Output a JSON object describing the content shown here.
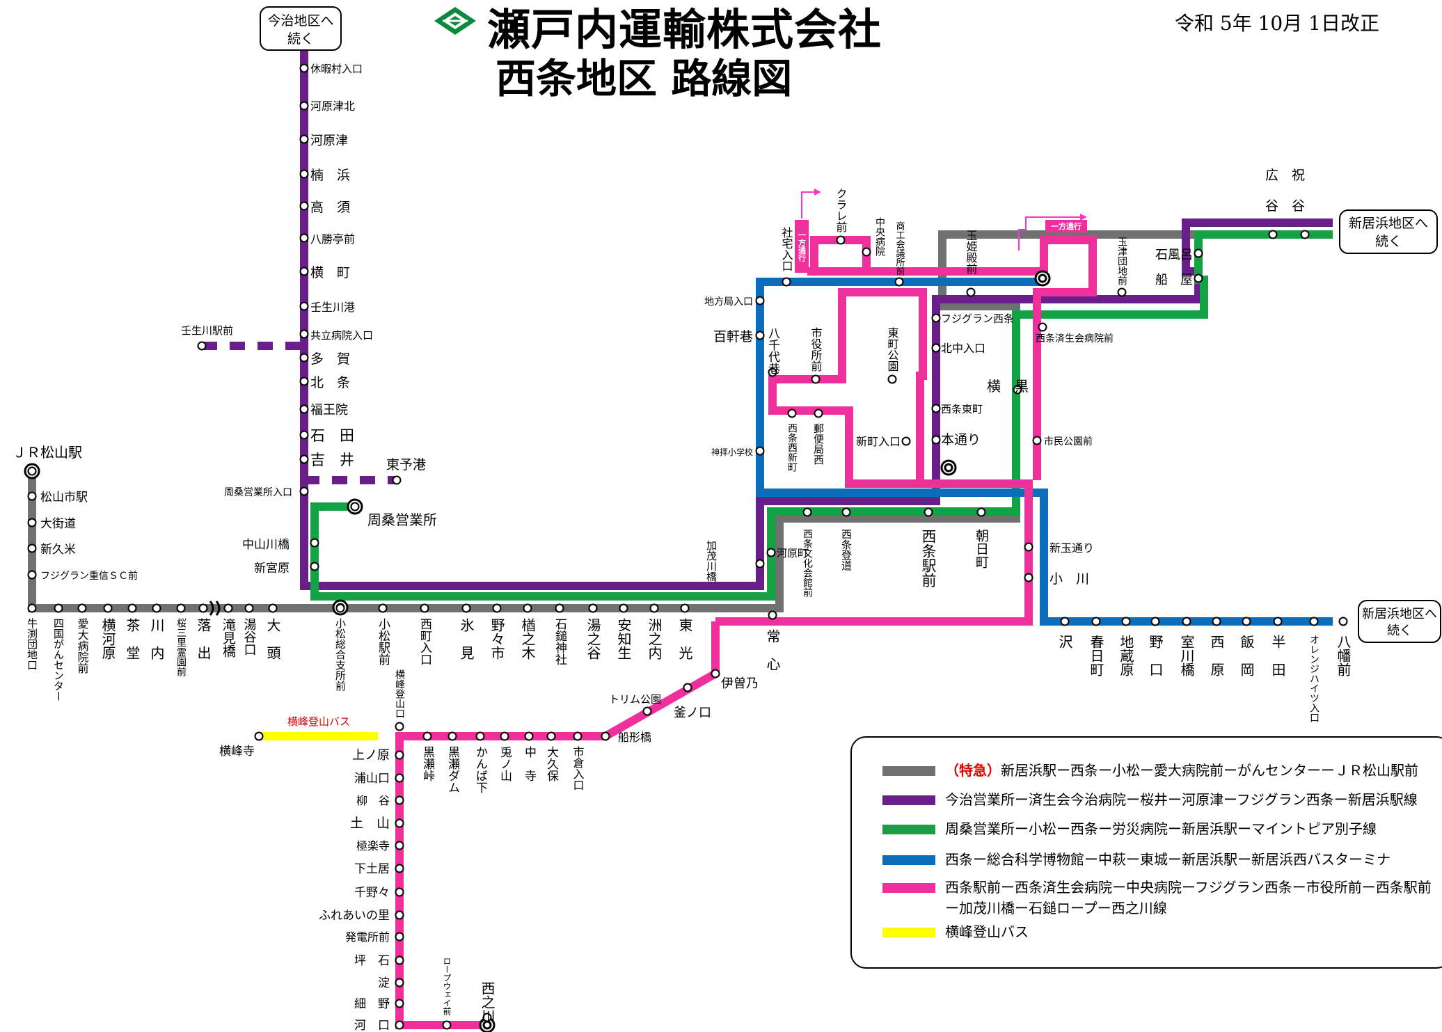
{
  "header": {
    "company": "瀬戸内運輸株式会社",
    "title": "西条地区 路線図",
    "revision": "令和 5年 10月 1日改正"
  },
  "colors": {
    "gray": "#727171",
    "purple": "#6a1e8a",
    "green": "#13a345",
    "blue": "#0c6dbb",
    "pink": "#ee2f9c",
    "yellow": "#ffff00",
    "logo": "#0a8a3a",
    "arrow": "#ff33cc"
  },
  "boxes": {
    "imabari": "今治地区へ\n続く",
    "niihama_top": "新居浜地区へ\n続く",
    "niihama_bottom": "新居浜地区へ\n続く"
  },
  "tags": {
    "oneway_1": "一方通行",
    "oneway_2": "一方通行",
    "bus_name": "横峰登山バス"
  },
  "legend": {
    "items": [
      {
        "prefix": "（特急）",
        "text": "新居浜駅ー西条ー小松ー愛大病院前ーがんセンターーＪＲ松山駅前",
        "color": "#727171"
      },
      {
        "prefix": "",
        "text": "今治営業所ー済生会今治病院ー桜井ー河原津ーフジグラン西条ー新居浜駅線",
        "color": "#6a1e8a"
      },
      {
        "prefix": "",
        "text": "周桑営業所ー小松ー西条ー労災病院ー新居浜駅ーマイントピア別子線",
        "color": "#13a345"
      },
      {
        "prefix": "",
        "text": "西条ー総合科学博物館ー中萩ー東城ー新居浜駅ー新居浜西バスターミナ",
        "color": "#0c6dbb"
      },
      {
        "prefix": "",
        "text": "西条駅前ー西条済生会病院ー中央病院ーフジグラン西条ー市役所前ー西条駅前\nー加茂川橋ー石鎚ロープー西之川線",
        "color": "#ee2f9c"
      },
      {
        "prefix": "",
        "text": "横峰登山バス",
        "color": "#ffff00"
      }
    ]
  },
  "stops": [
    {
      "name": "休暇村入口",
      "t": "h"
    },
    {
      "name": "河原津北",
      "t": "h"
    },
    {
      "name": "河原津",
      "t": "h"
    },
    {
      "name": "楠　浜",
      "t": "h"
    },
    {
      "name": "高　須",
      "t": "h"
    },
    {
      "name": "八勝亭前",
      "t": "h"
    },
    {
      "name": "横　町",
      "t": "h"
    },
    {
      "name": "壬生川港",
      "t": "h"
    },
    {
      "name": "共立病院入口",
      "t": "h"
    },
    {
      "name": "多　賀",
      "t": "h"
    },
    {
      "name": "北　条",
      "t": "h"
    },
    {
      "name": "福王院",
      "t": "h"
    },
    {
      "name": "石　田",
      "t": "h"
    },
    {
      "name": "吉　井",
      "t": "h"
    },
    {
      "name": "壬生川駅前",
      "t": "h"
    },
    {
      "name": "東予港",
      "t": "h"
    },
    {
      "name": "周桑営業所入口",
      "t": "h"
    },
    {
      "name": "周桑営業所",
      "t": "h"
    },
    {
      "name": "中山川橋",
      "t": "h"
    },
    {
      "name": "新宮原",
      "t": "h"
    },
    {
      "name": "ＪＲ松山駅",
      "t": "h"
    },
    {
      "name": "松山市駅",
      "t": "h"
    },
    {
      "name": "大街道",
      "t": "h"
    },
    {
      "name": "新久米",
      "t": "h"
    },
    {
      "name": "フジグラン重信ＳＣ前",
      "t": "h"
    },
    {
      "name": "牛渕団地口",
      "t": "v"
    },
    {
      "name": "四国がんセンター",
      "t": "v"
    },
    {
      "name": "愛大病院前",
      "t": "v"
    },
    {
      "name": "横河原",
      "t": "v"
    },
    {
      "name": "茶　堂",
      "t": "v"
    },
    {
      "name": "川　内",
      "t": "v"
    },
    {
      "name": "桜三里霊園前",
      "t": "v"
    },
    {
      "name": "落　出",
      "t": "v"
    },
    {
      "name": "滝見橋",
      "t": "v"
    },
    {
      "name": "湯谷口",
      "t": "v"
    },
    {
      "name": "大　頭",
      "t": "v"
    },
    {
      "name": "小松総合支所前",
      "t": "v"
    },
    {
      "name": "小松駅前",
      "t": "v"
    },
    {
      "name": "西町入口",
      "t": "v"
    },
    {
      "name": "氷　見",
      "t": "v"
    },
    {
      "name": "野々市",
      "t": "v"
    },
    {
      "name": "楢之木",
      "t": "v"
    },
    {
      "name": "石鎚神社",
      "t": "v"
    },
    {
      "name": "湯之谷",
      "t": "v"
    },
    {
      "name": "安知生",
      "t": "v"
    },
    {
      "name": "洲之内",
      "t": "v"
    },
    {
      "name": "東　光",
      "t": "v"
    },
    {
      "name": "常　心",
      "t": "v"
    },
    {
      "name": "加茂川橋",
      "t": "v"
    },
    {
      "name": "河原町",
      "t": "h"
    },
    {
      "name": "西条文化会館前",
      "t": "v"
    },
    {
      "name": "西条登道",
      "t": "v"
    },
    {
      "name": "西条駅前",
      "t": "v"
    },
    {
      "name": "朝日町",
      "t": "v"
    },
    {
      "name": "新玉通り",
      "t": "h"
    },
    {
      "name": "小　川",
      "t": "h"
    },
    {
      "name": "沢",
      "t": "v"
    },
    {
      "name": "春日町",
      "t": "v"
    },
    {
      "name": "地蔵原",
      "t": "v"
    },
    {
      "name": "野　口",
      "t": "v"
    },
    {
      "name": "室川橋",
      "t": "v"
    },
    {
      "name": "西　原",
      "t": "v"
    },
    {
      "name": "飯　岡",
      "t": "v"
    },
    {
      "name": "半　田",
      "t": "v"
    },
    {
      "name": "オレンジハイツ入口",
      "t": "v"
    },
    {
      "name": "八幡前",
      "t": "v"
    },
    {
      "name": "伊曽乃",
      "t": "h"
    },
    {
      "name": "トリム公園",
      "t": "h"
    },
    {
      "name": "釜ノ口",
      "t": "h"
    },
    {
      "name": "船形橋",
      "t": "h"
    },
    {
      "name": "市倉入口",
      "t": "v"
    },
    {
      "name": "大久保",
      "t": "v"
    },
    {
      "name": "中　寺",
      "t": "v"
    },
    {
      "name": "兎ノ山",
      "t": "v"
    },
    {
      "name": "かんば下",
      "t": "v"
    },
    {
      "name": "黒瀬ダム",
      "t": "v"
    },
    {
      "name": "黒瀬峠",
      "t": "v"
    },
    {
      "name": "横峰登山口",
      "t": "v"
    },
    {
      "name": "横峰寺",
      "t": "h"
    },
    {
      "name": "上ノ原",
      "t": "h"
    },
    {
      "name": "浦山口",
      "t": "h"
    },
    {
      "name": "柳　谷",
      "t": "h"
    },
    {
      "name": "土　山",
      "t": "h"
    },
    {
      "name": "極楽寺",
      "t": "h"
    },
    {
      "name": "下土居",
      "t": "h"
    },
    {
      "name": "千野々",
      "t": "h"
    },
    {
      "name": "ふれあいの里",
      "t": "h"
    },
    {
      "name": "発電所前",
      "t": "h"
    },
    {
      "name": "坪　石",
      "t": "h"
    },
    {
      "name": "淀",
      "t": "h"
    },
    {
      "name": "細　野",
      "t": "h"
    },
    {
      "name": "河　口",
      "t": "h"
    },
    {
      "name": "ロープウェイ前",
      "t": "v"
    },
    {
      "name": "西之川",
      "t": "v"
    },
    {
      "name": "社宅入口",
      "t": "v"
    },
    {
      "name": "クラレ前",
      "t": "v"
    },
    {
      "name": "中央病院",
      "t": "v"
    },
    {
      "name": "商工会議所前",
      "t": "v"
    },
    {
      "name": "玉姫殿前",
      "t": "v"
    },
    {
      "name": "玉津団地前",
      "t": "v"
    },
    {
      "name": "地方局入口",
      "t": "h"
    },
    {
      "name": "百軒巷",
      "t": "h"
    },
    {
      "name": "八千代巷",
      "t": "v"
    },
    {
      "name": "市役所前",
      "t": "v"
    },
    {
      "name": "東町公園",
      "t": "v"
    },
    {
      "name": "フジグラン西条",
      "t": "h"
    },
    {
      "name": "北中入口",
      "t": "h"
    },
    {
      "name": "横　黒",
      "t": "h"
    },
    {
      "name": "西条東町",
      "t": "h"
    },
    {
      "name": "本通り",
      "t": "h"
    },
    {
      "name": "西条済生会病院前",
      "t": "h"
    },
    {
      "name": "市民公園前",
      "t": "h"
    },
    {
      "name": "西条西新町",
      "t": "v"
    },
    {
      "name": "郵便局西",
      "t": "v"
    },
    {
      "name": "新町入口",
      "t": "h"
    },
    {
      "name": "神拝小学校",
      "t": "h"
    },
    {
      "name": "石風呂",
      "t": "h"
    },
    {
      "name": "船　屋",
      "t": "h"
    },
    {
      "name": "広　祝",
      "t": "h"
    },
    {
      "name": "谷　谷",
      "t": "h"
    }
  ]
}
